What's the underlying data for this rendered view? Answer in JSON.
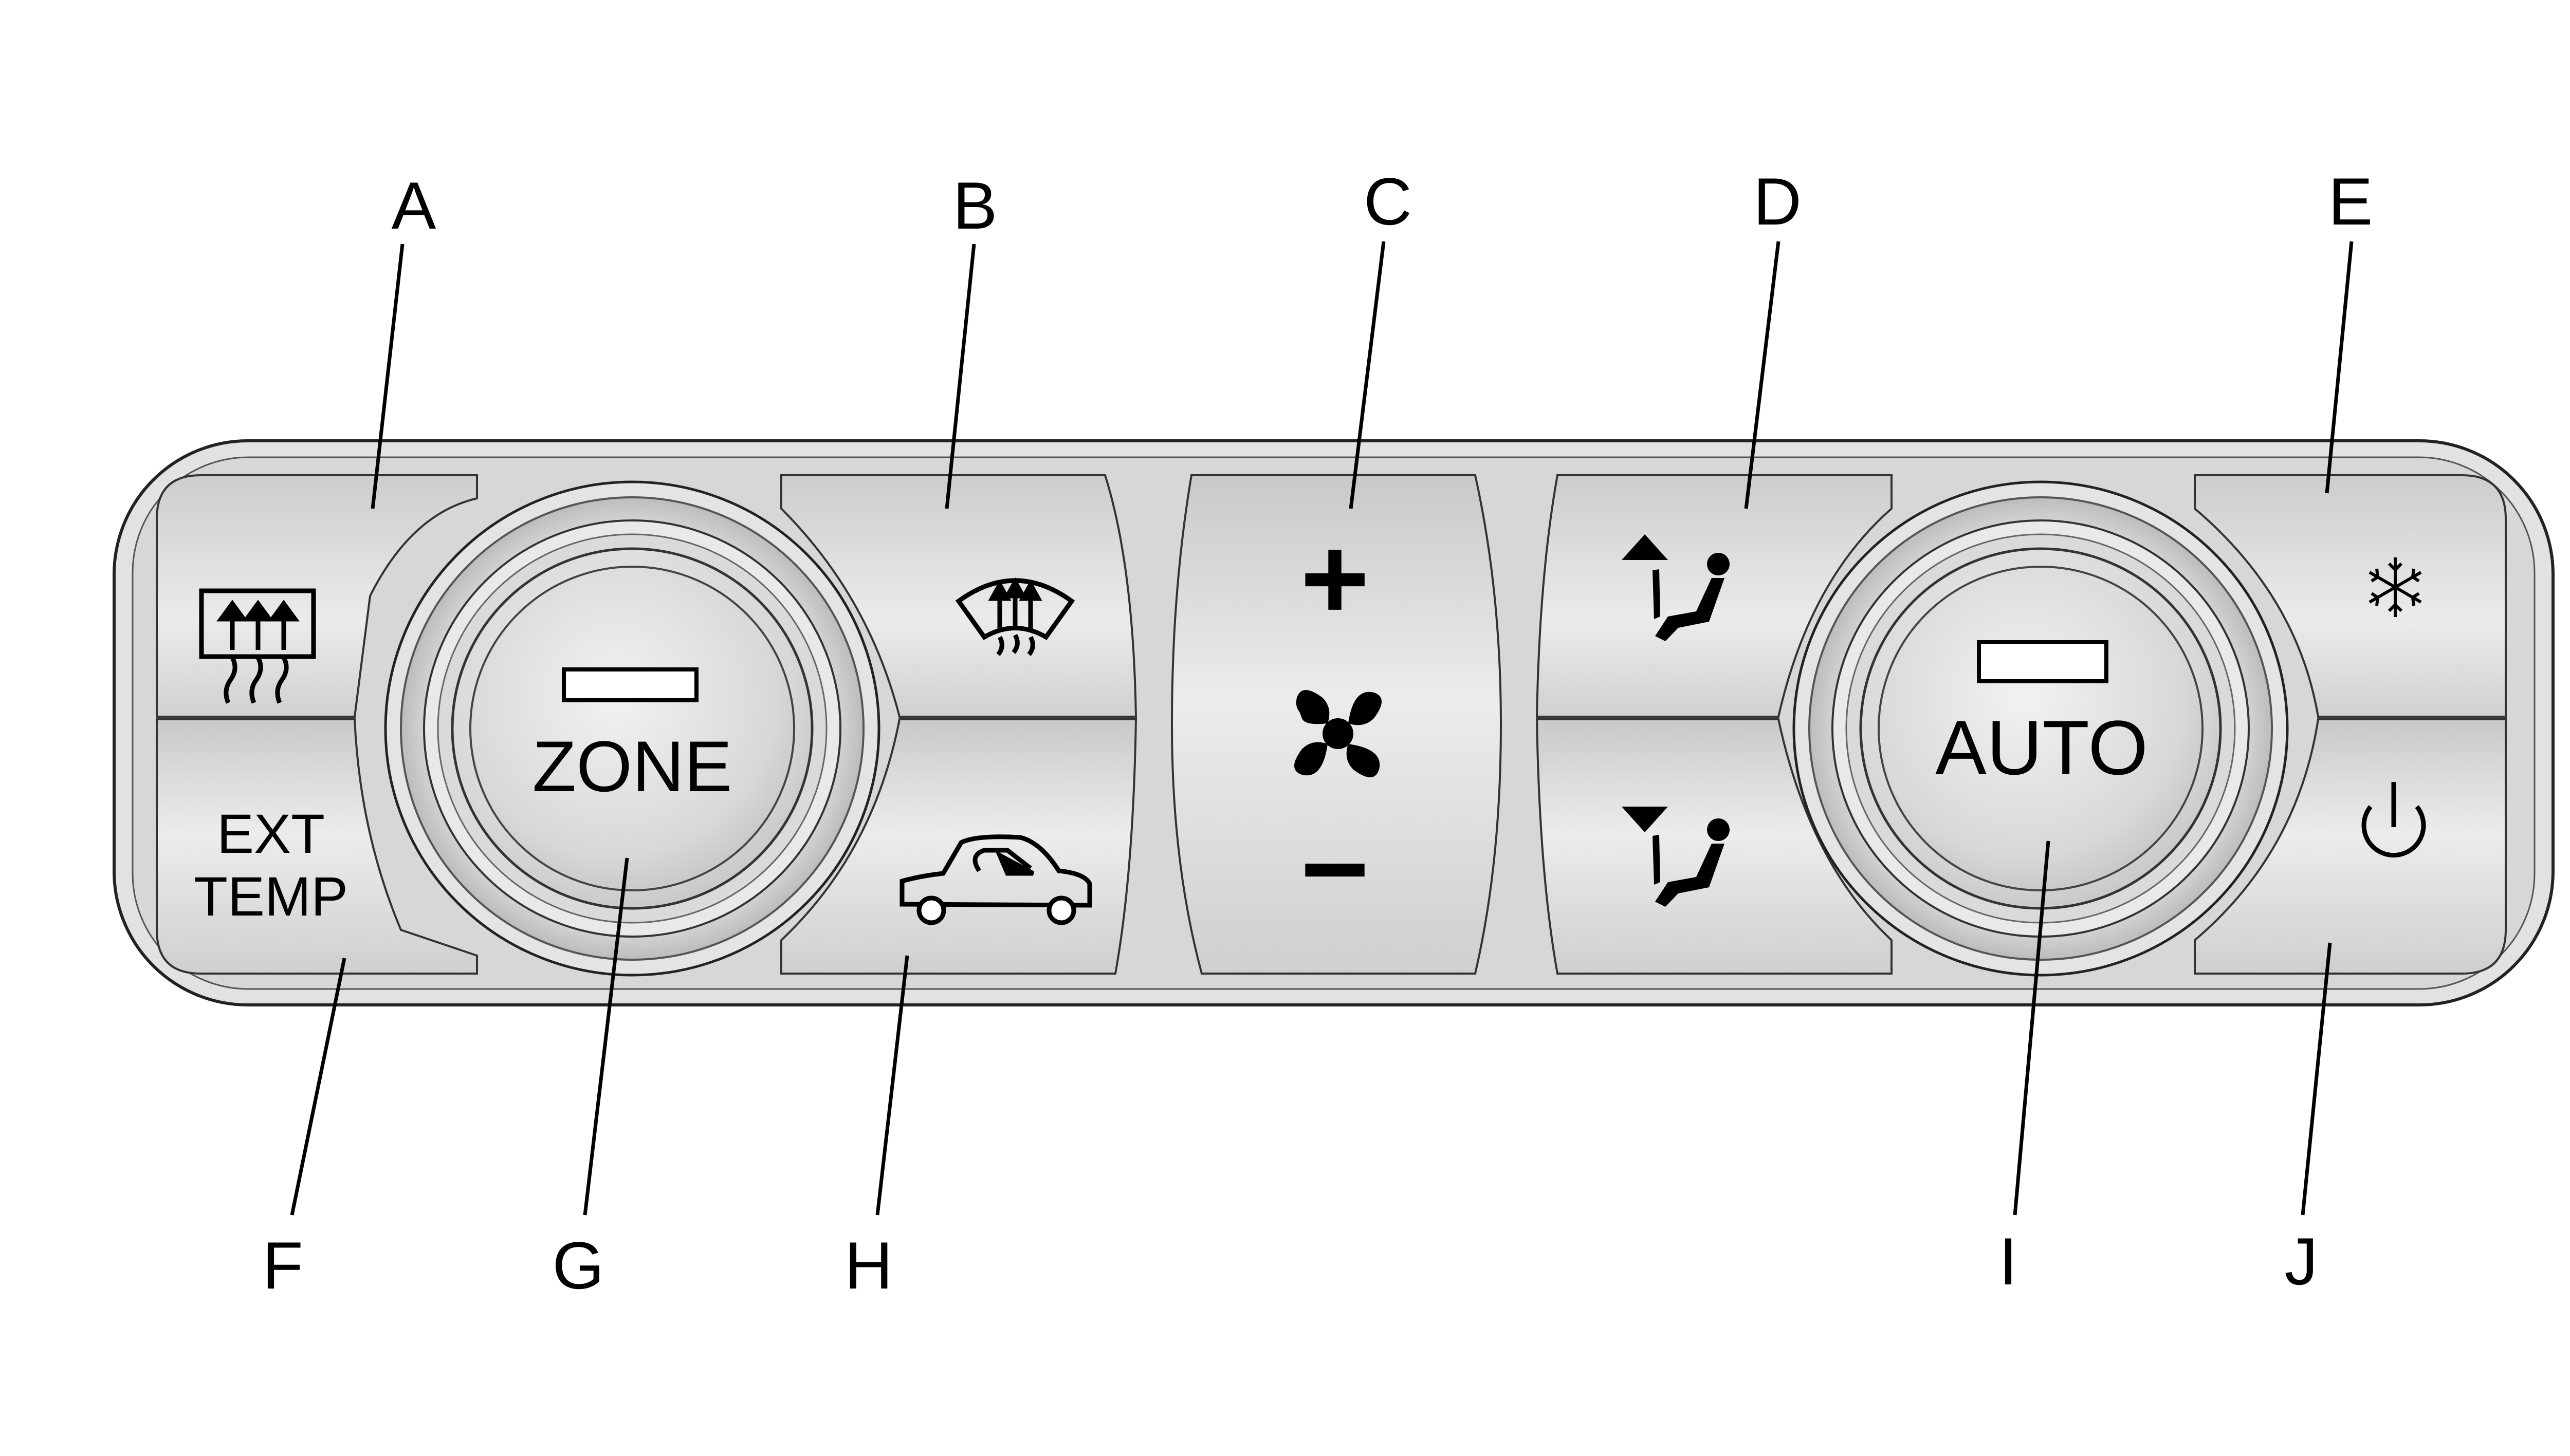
{
  "callouts": [
    {
      "letter": "A",
      "target": "rear-defog-button"
    },
    {
      "letter": "B",
      "target": "front-defrost-button"
    },
    {
      "letter": "C",
      "target": "fan-speed-control"
    },
    {
      "letter": "D",
      "target": "air-delivery-mode-buttons"
    },
    {
      "letter": "E",
      "target": "ac-button"
    },
    {
      "letter": "F",
      "target": "ext-temp-button"
    },
    {
      "letter": "G",
      "target": "zone-knob"
    },
    {
      "letter": "H",
      "target": "recirculation-button"
    },
    {
      "letter": "I",
      "target": "auto-knob"
    },
    {
      "letter": "J",
      "target": "power-button"
    }
  ],
  "buttons": {
    "zone_label": "ZONE",
    "auto_label": "AUTO",
    "ext_temp_line1": "EXT",
    "ext_temp_line2": "TEMP",
    "fan_plus": "+",
    "fan_minus": "−"
  },
  "icons": {
    "rear_defog": "rear-window-defog-icon",
    "front_defrost": "windshield-defrost-icon",
    "fan": "fan-icon",
    "mode_up": "mode-up-seated-person-icon",
    "mode_down": "mode-down-seated-person-icon",
    "ac": "snowflake-icon",
    "recirculation": "car-recirculation-icon",
    "power": "power-icon"
  },
  "colors": {
    "panel": "#dcdcdc",
    "button": "#d3d3d3",
    "outline": "#222222",
    "text": "#000000"
  }
}
